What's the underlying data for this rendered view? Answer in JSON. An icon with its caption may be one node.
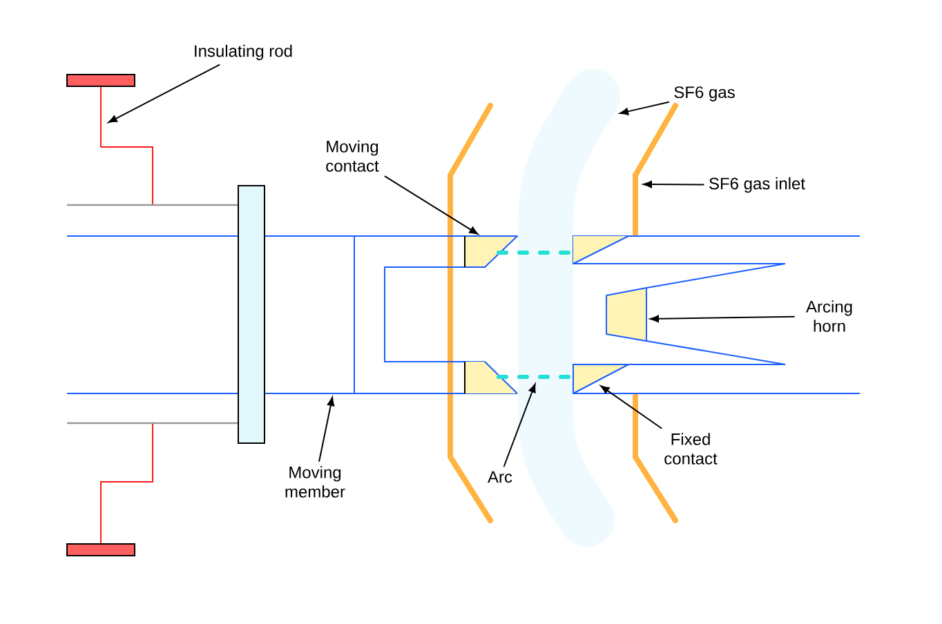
{
  "diagram": {
    "nodes": [
      {
        "text": [
          "Insulating rod"
        ]
      },
      {
        "text": [
          "SF6 gas"
        ]
      },
      {
        "text": [
          "Moving contact"
        ]
      },
      {
        "text": [
          "SF6 gas inlet"
        ]
      },
      {
        "text": [
          "Arcing horn"
        ]
      },
      {
        "text": [
          "Fixed contact"
        ]
      },
      {
        "text": [
          "Moving member"
        ]
      },
      {
        "text": [
          "Arc"
        ]
      },
      {
        "text": [],
        "shape": "line"
      },
      {
        "text": [],
        "shape": "cloud"
      },
      {
        "text": [],
        "shape": "trapezoid"
      },
      {
        "text": [],
        "shape": "line"
      },
      {
        "text": [],
        "shape": "trapezoid"
      },
      {
        "text": [],
        "shape": "triangle"
      },
      {
        "text": [],
        "shape": "line"
      },
      {
        "text": [],
        "shape": "line"
      },
      {
        "text": [],
        "shape": "line"
      },
      {
        "text": [],
        "shape": "bar"
      },
      {
        "text": [],
        "shape": "bar"
      }
    ],
    "edges": [
      {
        "from": 0,
        "to": 8,
        "arrow": "to"
      },
      {
        "from": 1,
        "to": 9,
        "arrow": "to"
      },
      {
        "from": 2,
        "to": 10,
        "arrow": "to"
      },
      {
        "from": 3,
        "to": 11,
        "arrow": "to"
      },
      {
        "from": 4,
        "to": 12,
        "arrow": "to"
      },
      {
        "from": 5,
        "to": 13,
        "arrow": "to"
      },
      {
        "from": 6,
        "to": 14,
        "arrow": "to"
      },
      {
        "from": 7,
        "to": 15,
        "arrow": "to"
      }
    ]
  }
}
